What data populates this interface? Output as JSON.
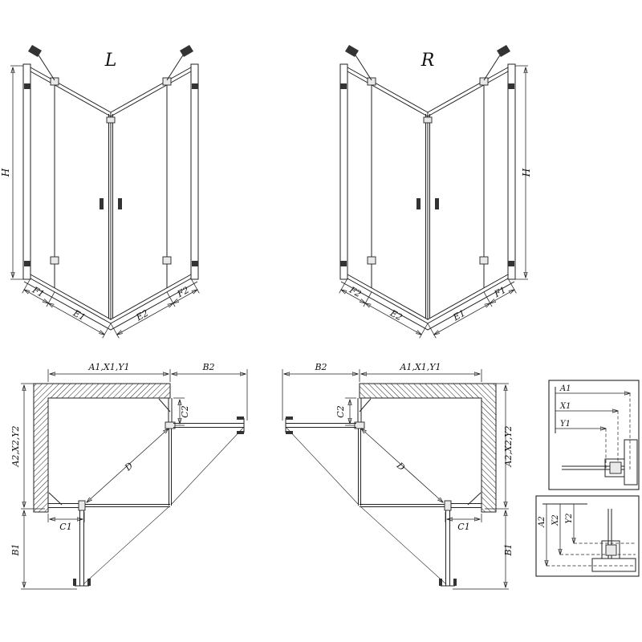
{
  "drawing": {
    "front_left": {
      "variant": "L",
      "height": "H",
      "dim1": "F1",
      "dim2": "E1",
      "dim3": "E2",
      "dim4": "F2"
    },
    "front_right": {
      "variant": "R",
      "height": "H",
      "dim1": "F2",
      "dim2": "E2",
      "dim3": "E1",
      "dim4": "F1"
    },
    "plan_left": {
      "width_dim": "A1,X1,Y1",
      "return_dim": "B2",
      "hinge_offset_dim": "C2",
      "depth_dim": "A2,X2,Y2",
      "door_swing_dim": "B1",
      "fixed_panel_dim": "C1",
      "diagonal_dim": "D"
    },
    "plan_right": {
      "width_dim": "A1,X1,Y1",
      "return_dim": "B2",
      "hinge_offset_dim": "C2",
      "depth_dim": "A2,X2,Y2",
      "door_swing_dim": "B1",
      "fixed_panel_dim": "C1",
      "diagonal_dim": "D"
    },
    "detail_top": {
      "dim1": "A1",
      "dim2": "X1",
      "dim3": "Y1"
    },
    "detail_bottom": {
      "dim1": "A2",
      "dim2": "X2",
      "dim3": "Y2"
    }
  }
}
